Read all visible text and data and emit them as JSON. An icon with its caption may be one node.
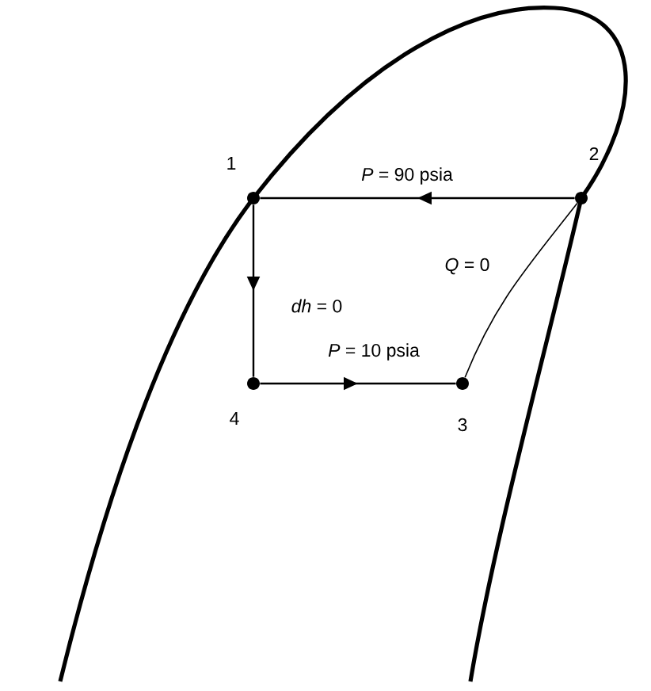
{
  "diagram": {
    "nodes": [
      {
        "text": [],
        "shape": "circle",
        "beside": [
          "1"
        ]
      },
      {
        "text": [],
        "shape": "circle",
        "beside": [
          "2"
        ]
      },
      {
        "text": [],
        "shape": "circle",
        "beside": [
          "3"
        ]
      },
      {
        "text": [],
        "shape": "circle",
        "beside": [
          "4"
        ]
      }
    ],
    "edges": [
      {
        "from": 1,
        "to": 0,
        "arrow": "to",
        "label": "*P* = 90 psia"
      },
      {
        "from": 0,
        "to": 3,
        "arrow": "to",
        "label": "*dh* = 0"
      },
      {
        "from": 3,
        "to": 2,
        "arrow": "to",
        "label": "*P* = 10 psia"
      },
      {
        "from": 2,
        "to": 1,
        "arrow": "none",
        "label": "*Q* = 0"
      }
    ]
  }
}
